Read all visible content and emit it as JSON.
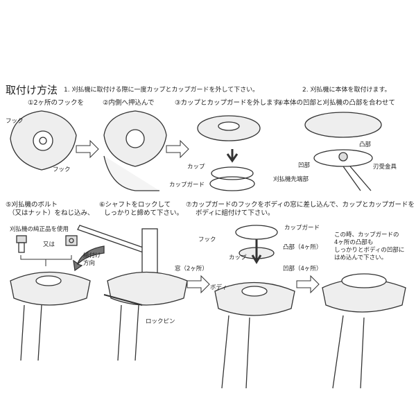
{
  "title": "取付け方法",
  "instruction_1": "1. 刈払機に取付ける際に一度カップとカップガードを外して下さい。",
  "instruction_2": "2. 刈払機に本体を取付けます。",
  "steps": [
    "①2ヶ所のフックを",
    "②内側へ押込んで",
    "③カップとカップガードを外します。",
    "④本体の凹部と刈払機の凸部を合わせて",
    "⑤刈払機のボルト",
    "（又はナット）をねじ込み、",
    "⑥シャフトをロックして",
    "しっかりと締めて下さい。",
    "⑦カップガードのフックをボディの窓に差し込んで、カップとカップガードを",
    "ボディに組付けて下さい。"
  ],
  "labels": {
    "hook_1": "フック",
    "hook_2": "フック",
    "cup": "カップ",
    "cup_guard": "カップガード",
    "recess": "凹部",
    "protrusion": "凸部",
    "blade_holder": "刃受金具",
    "trimmer_tip": "刈払機先端部",
    "genuine_part": "刈払機の純正品を使用",
    "or": "又は",
    "tighten_direction": "締付け\n方向",
    "lock_pin": "ロックピン",
    "cup_guard_2": "カップガード",
    "hook_3": "フック",
    "protrusion_4": "凸部（4ヶ所）",
    "cup_2": "カップ",
    "window_2": "窓（2ヶ所）",
    "recess_4": "凹部（4ヶ所）",
    "body": "ボディ"
  },
  "note": [
    "この時、カップガードの",
    "4ヶ所の凸部も",
    "しっかりとボディの凹部に",
    "はめ込んで下さい。"
  ]
}
